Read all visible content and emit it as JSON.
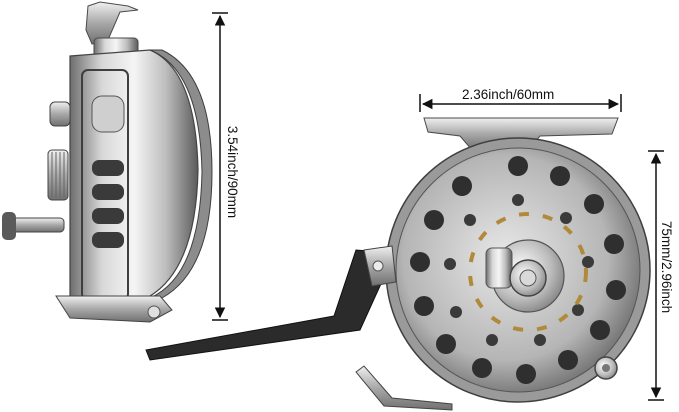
{
  "dimensions": {
    "side_height": "3.54inch/90mm",
    "top_width": "2.36inch/60mm",
    "front_height": "75mm/2.96inch"
  },
  "colors": {
    "background": "#ffffff",
    "line": "#111111",
    "handle": "#2b2b2b",
    "metal_light": "#e4e4e4",
    "metal_mid": "#a9a9a9",
    "metal_dark": "#555555",
    "accent_gold": "#b08a3a"
  }
}
